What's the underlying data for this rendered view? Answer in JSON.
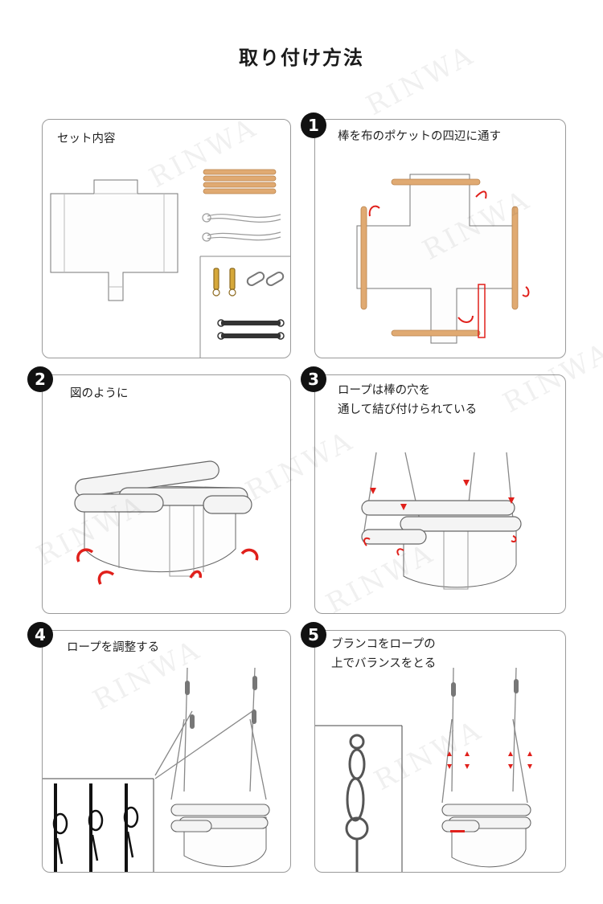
{
  "page": {
    "title": "取り付け方法",
    "watermark": "RINWA"
  },
  "kit": {
    "heading": "セット内容"
  },
  "steps": [
    {
      "number": "1",
      "lines": [
        "棒を布のポケットの四辺に通す"
      ]
    },
    {
      "number": "2",
      "lines": [
        "図のように"
      ]
    },
    {
      "number": "3",
      "lines": [
        "ロープは棒の穴を",
        "通して結び付けられている"
      ]
    },
    {
      "number": "4",
      "lines": [
        "ロープを調整する"
      ]
    },
    {
      "number": "5",
      "lines": [
        "ブランコをロープの",
        "上でバランスをとる"
      ]
    }
  ],
  "colors": {
    "arrow": "#e0201b",
    "wood": "#d9a46c",
    "line": "#8a8a8a",
    "dark": "#111111"
  }
}
